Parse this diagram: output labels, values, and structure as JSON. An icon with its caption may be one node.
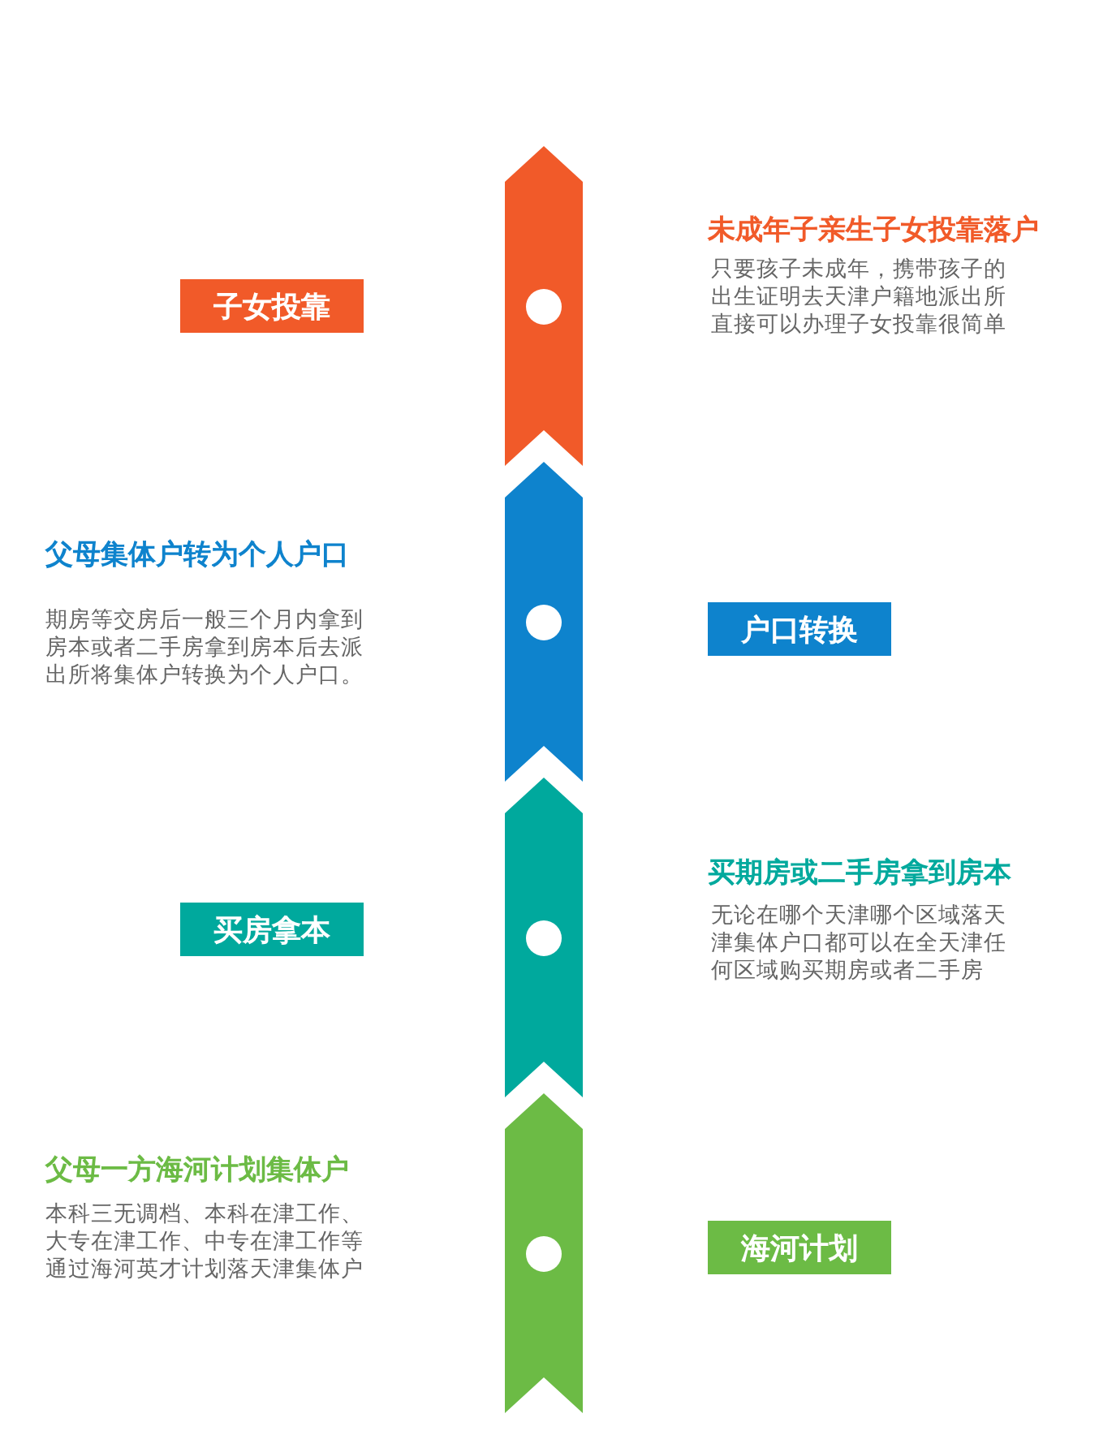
{
  "diagram": {
    "nodes": [
      {
        "text": [
          "子女投靠"
        ]
      },
      {
        "text": [
          "户口转换"
        ]
      },
      {
        "text": [
          "买房拿本"
        ]
      },
      {
        "text": [
          "海河计划"
        ]
      }
    ],
    "labels": [
      "未成年子亲生子女投靠落户",
      "只要孩子未成年，携带孩子的出生证明去天津户籍地派出所直接可以办理子女投靠很简单",
      "父母集体户转为个人户口",
      "期房等交房后一般三个月内拿到房本或者二手房拿到房本后去派出所将集体户转换为个人户口。",
      "买期房或二手房拿到房本",
      "无论在哪个天津哪个区域落天津集体户口都可以在全天津任何区域购买期房或者二手房",
      "父母一方海河计划集体户",
      "本科三无调档、本科在津工作、大专在津工作、中专在津工作等通过海河英才计划落天津集体户"
    ]
  }
}
